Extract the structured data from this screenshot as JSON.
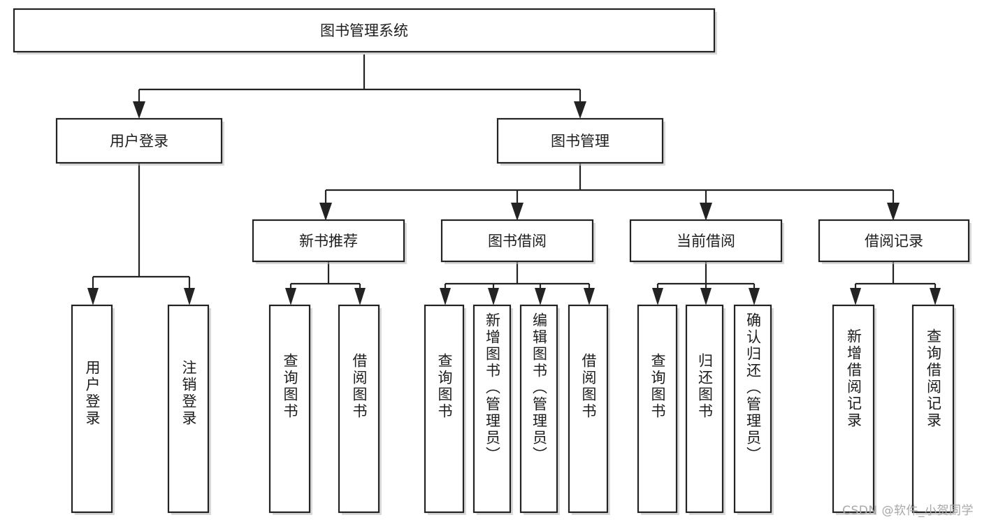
{
  "diagram": {
    "type": "tree-hierarchy-chart",
    "title": "图书管理系统",
    "background_color": "#ffffff",
    "box_stroke_color": "#232323",
    "box_fill_color": "#ffffff",
    "text_color": "#1d1d1d",
    "levels": {
      "root": {
        "label": "图书管理系统",
        "orientation": "horizontal"
      },
      "level2": [
        {
          "label": "用户登录",
          "orientation": "horizontal"
        },
        {
          "label": "图书管理",
          "orientation": "horizontal"
        }
      ],
      "level3": [
        {
          "label": "新书推荐",
          "orientation": "horizontal",
          "parent": "图书管理"
        },
        {
          "label": "图书借阅",
          "orientation": "horizontal",
          "parent": "图书管理"
        },
        {
          "label": "当前借阅",
          "orientation": "horizontal",
          "parent": "图书管理"
        },
        {
          "label": "借阅记录",
          "orientation": "horizontal",
          "parent": "图书管理"
        }
      ],
      "leaves": [
        {
          "label": "用户登录",
          "orientation": "vertical",
          "parent": "用户登录"
        },
        {
          "label": "注销登录",
          "orientation": "vertical",
          "parent": "用户登录"
        },
        {
          "label": "查询图书",
          "orientation": "vertical",
          "parent": "新书推荐"
        },
        {
          "label": "借阅图书",
          "orientation": "vertical",
          "parent": "新书推荐"
        },
        {
          "label": "查询图书",
          "orientation": "vertical",
          "parent": "图书借阅"
        },
        {
          "label": "新增图书（管理员）",
          "orientation": "vertical",
          "parent": "图书借阅"
        },
        {
          "label": "编辑图书（管理员）",
          "orientation": "vertical",
          "parent": "图书借阅"
        },
        {
          "label": "借阅图书",
          "orientation": "vertical",
          "parent": "图书借阅"
        },
        {
          "label": "查询图书",
          "orientation": "vertical",
          "parent": "当前借阅"
        },
        {
          "label": "归还图书",
          "orientation": "vertical",
          "parent": "当前借阅"
        },
        {
          "label": "确认归还（管理员）",
          "orientation": "vertical",
          "parent": "当前借阅"
        },
        {
          "label": "新增借阅记录",
          "orientation": "vertical",
          "parent": "借阅记录"
        },
        {
          "label": "查询借阅记录",
          "orientation": "vertical",
          "parent": "借阅记录"
        }
      ]
    }
  },
  "watermark": {
    "text": "CSDN @软件_小贺同学",
    "color": "#a8a8a8"
  }
}
